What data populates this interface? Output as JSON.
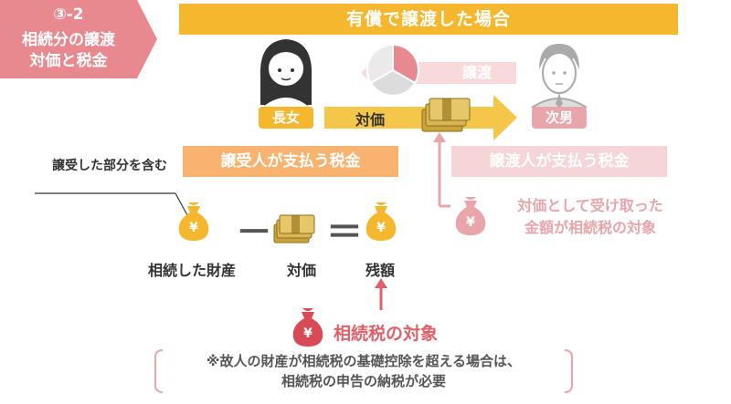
{
  "badge": {
    "line1": "③-2",
    "line2": "相続分の譲渡",
    "line3": "対価と税金"
  },
  "banner": {
    "title": "有償で譲渡した場合"
  },
  "people": {
    "elder_daughter": "長女",
    "second_son": "次男"
  },
  "arrows": {
    "consideration": "対価",
    "transfer": "譲渡"
  },
  "left_section": {
    "heading": "譲受人が支払う税金",
    "note": "譲受した部分を含む"
  },
  "right_section": {
    "heading": "譲渡人が支払う税金",
    "note_line1": "対価として受け取った",
    "note_line2": "金額が相続税の対象"
  },
  "formula": {
    "term1": "相続した財産",
    "term2": "対価",
    "term3": "残額",
    "minus": "－",
    "equals": "＝"
  },
  "target_label": "相続税の対象",
  "footnote": {
    "line1": "※故人の財産が相続税の基礎控除を超える場合は、",
    "line2": "相続税の申告の納税が必要"
  },
  "colors": {
    "pink": "#e8898f",
    "yellow": "#f4b72e",
    "orange": "#f7b36f",
    "light_pink": "#f6d5d7",
    "red": "#e0606a"
  }
}
